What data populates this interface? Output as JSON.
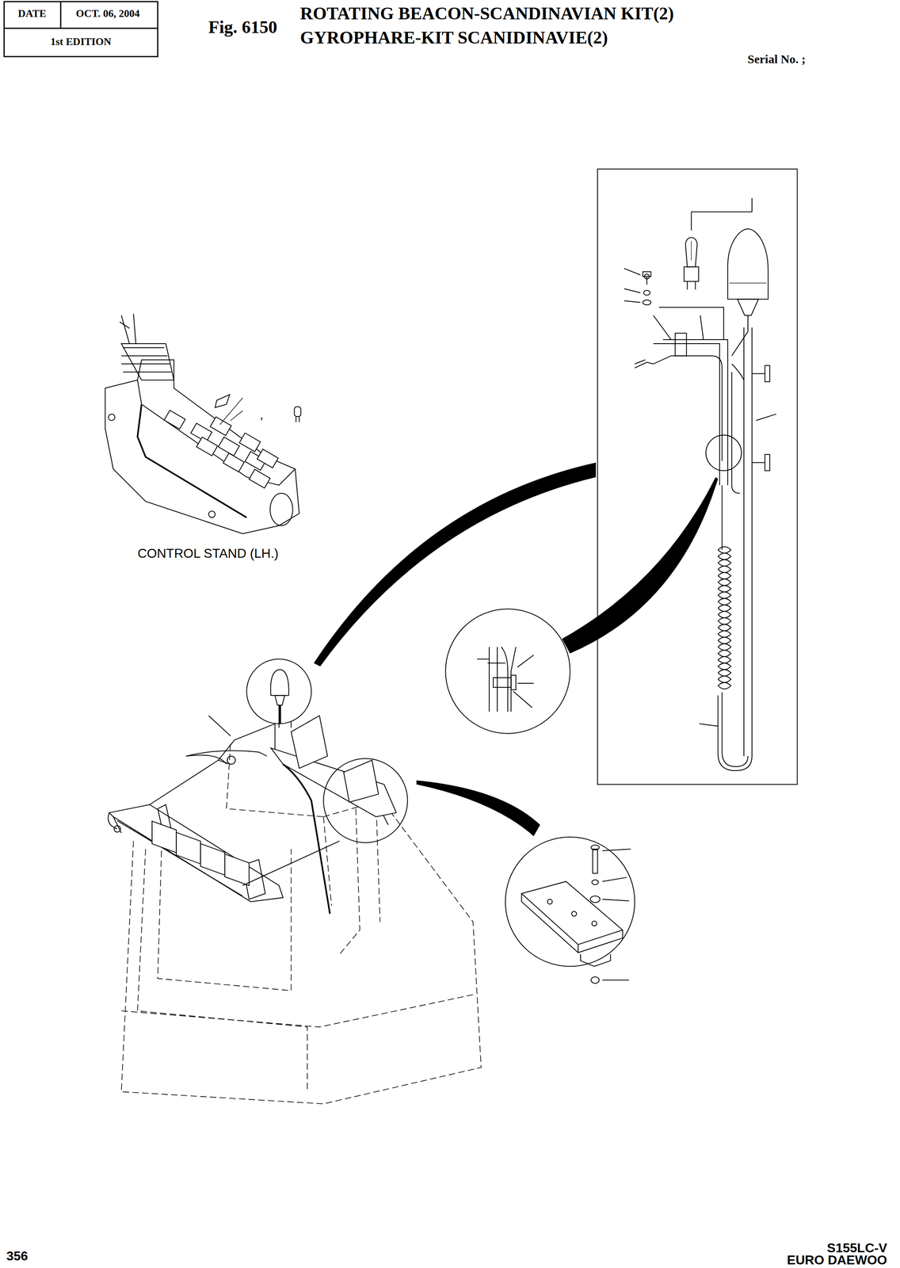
{
  "diagram": {
    "title": "ROTATING BEACON-SCANDINAVIAN KIT(2)",
    "labels": [
      "DATE",
      "OCT. 06, 2004",
      "1st EDITION",
      "Fig. 6150",
      "GYROPHARE-KIT SCANIDINAVIE(2)",
      "Serial No. ;",
      "CONTROL STAND (LH.)",
      ",",
      "356",
      "S155LC-V",
      "EURO DAEWOO"
    ]
  }
}
